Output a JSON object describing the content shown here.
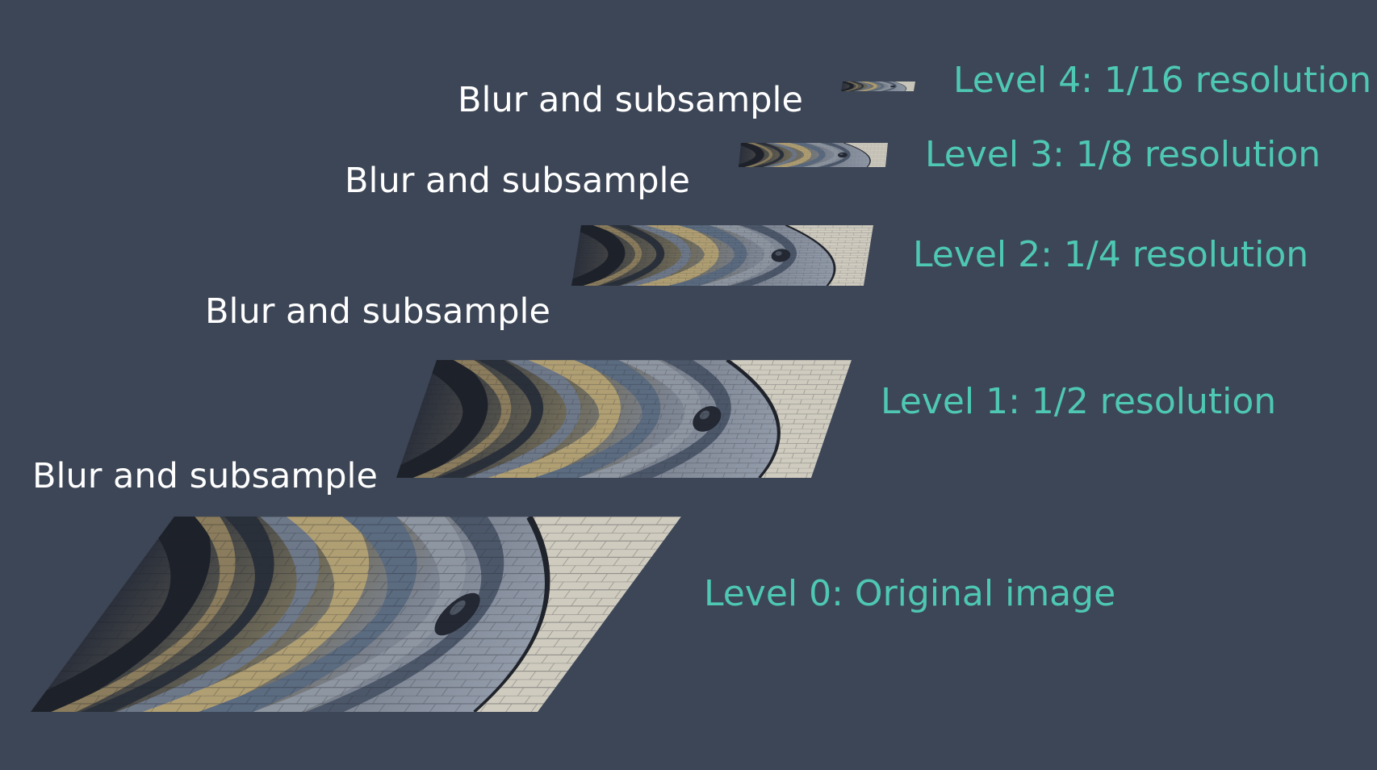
{
  "colors": {
    "background": "#3d4656",
    "level_text": "#4ec8b3",
    "step_text": "#ffffff",
    "stone_dark": "#2a2f3a",
    "stone_mid": "#6b7482",
    "stone_tan": "#a89a78",
    "stone_light": "#d8d4c8",
    "stone_blue": "#5a6d86"
  },
  "step_label": "Blur and subsample",
  "levels": [
    {
      "label": "Level  0: Original image"
    },
    {
      "label": "Level  1: 1/2 resolution"
    },
    {
      "label": "Level  2: 1/4 resolution"
    },
    {
      "label": "Level  3: 1/8 resolution"
    },
    {
      "label": "Level 4: 1/16 resolution"
    }
  ]
}
